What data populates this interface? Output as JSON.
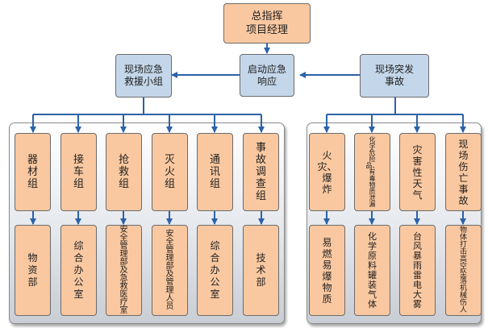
{
  "top": {
    "label": "总指挥\n项目经理"
  },
  "start": {
    "label": "启动应急\n响应"
  },
  "rescue": {
    "label": "现场应急\n救援小组"
  },
  "incident": {
    "label": "现场突发\n事故"
  },
  "left_groups": [
    "器\n材\n组",
    "接\n车\n组",
    "抢\n救\n组",
    "灭\n火\n组",
    "通\n讯\n组",
    "事\n故\n调\n查\n组"
  ],
  "left_depts": [
    "物\n资\n部",
    "综\n合\n办\n公\n室",
    "安\n全\n管\n理\n部\n及\n急\n救\n医\n疗\n室",
    "安\n全\n管\n理\n部\n及\n管\n理\n人\n员",
    "综\n合\n办\n公\n室",
    "技\n术\n部"
  ],
  "right_types": [
    "火\n灾、\n爆\n炸",
    "化\n学\n危\n险\n品、\n有\n毒\n物\n质\n泄\n漏",
    "灾\n害\n性\n天\n气",
    "现\n场\n伤\n亡\n事\n故"
  ],
  "right_items": [
    "易\n燃\n易\n爆\n物\n质",
    "化\n学\n原\n料\n罐\n装\n气\n体",
    "台\n风\n暴\n雨\n雷\n电\n大\n雾",
    "物\n体\n打\n击\n高\n空\n坠\n落\n机\n械\n伤\n人"
  ],
  "colors": {
    "orange": "#fac8a0",
    "blue": "#c4d7ea",
    "arrow": "#2b62a8"
  }
}
